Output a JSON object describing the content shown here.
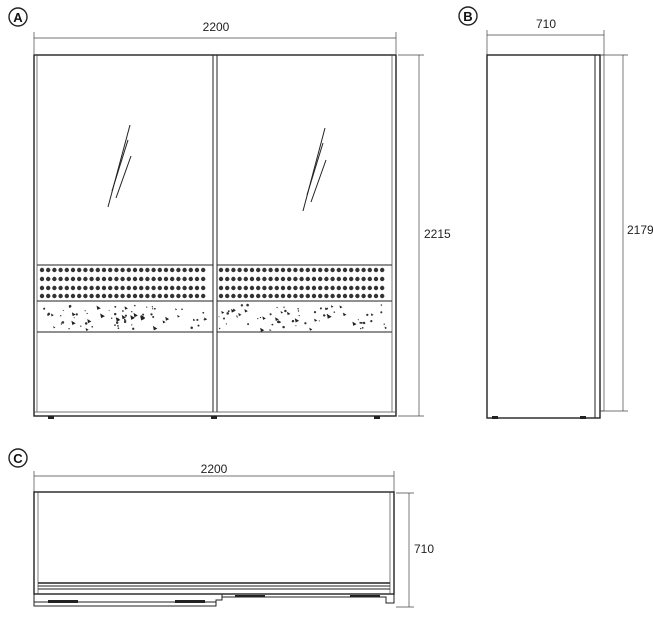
{
  "views": [
    {
      "label": "A",
      "width_dim": "2200",
      "height_dim": "2215"
    },
    {
      "label": "B",
      "width_dim": "710",
      "height_dim": "2179"
    },
    {
      "label": "C",
      "width_dim": "2200",
      "height_dim": "710"
    }
  ]
}
